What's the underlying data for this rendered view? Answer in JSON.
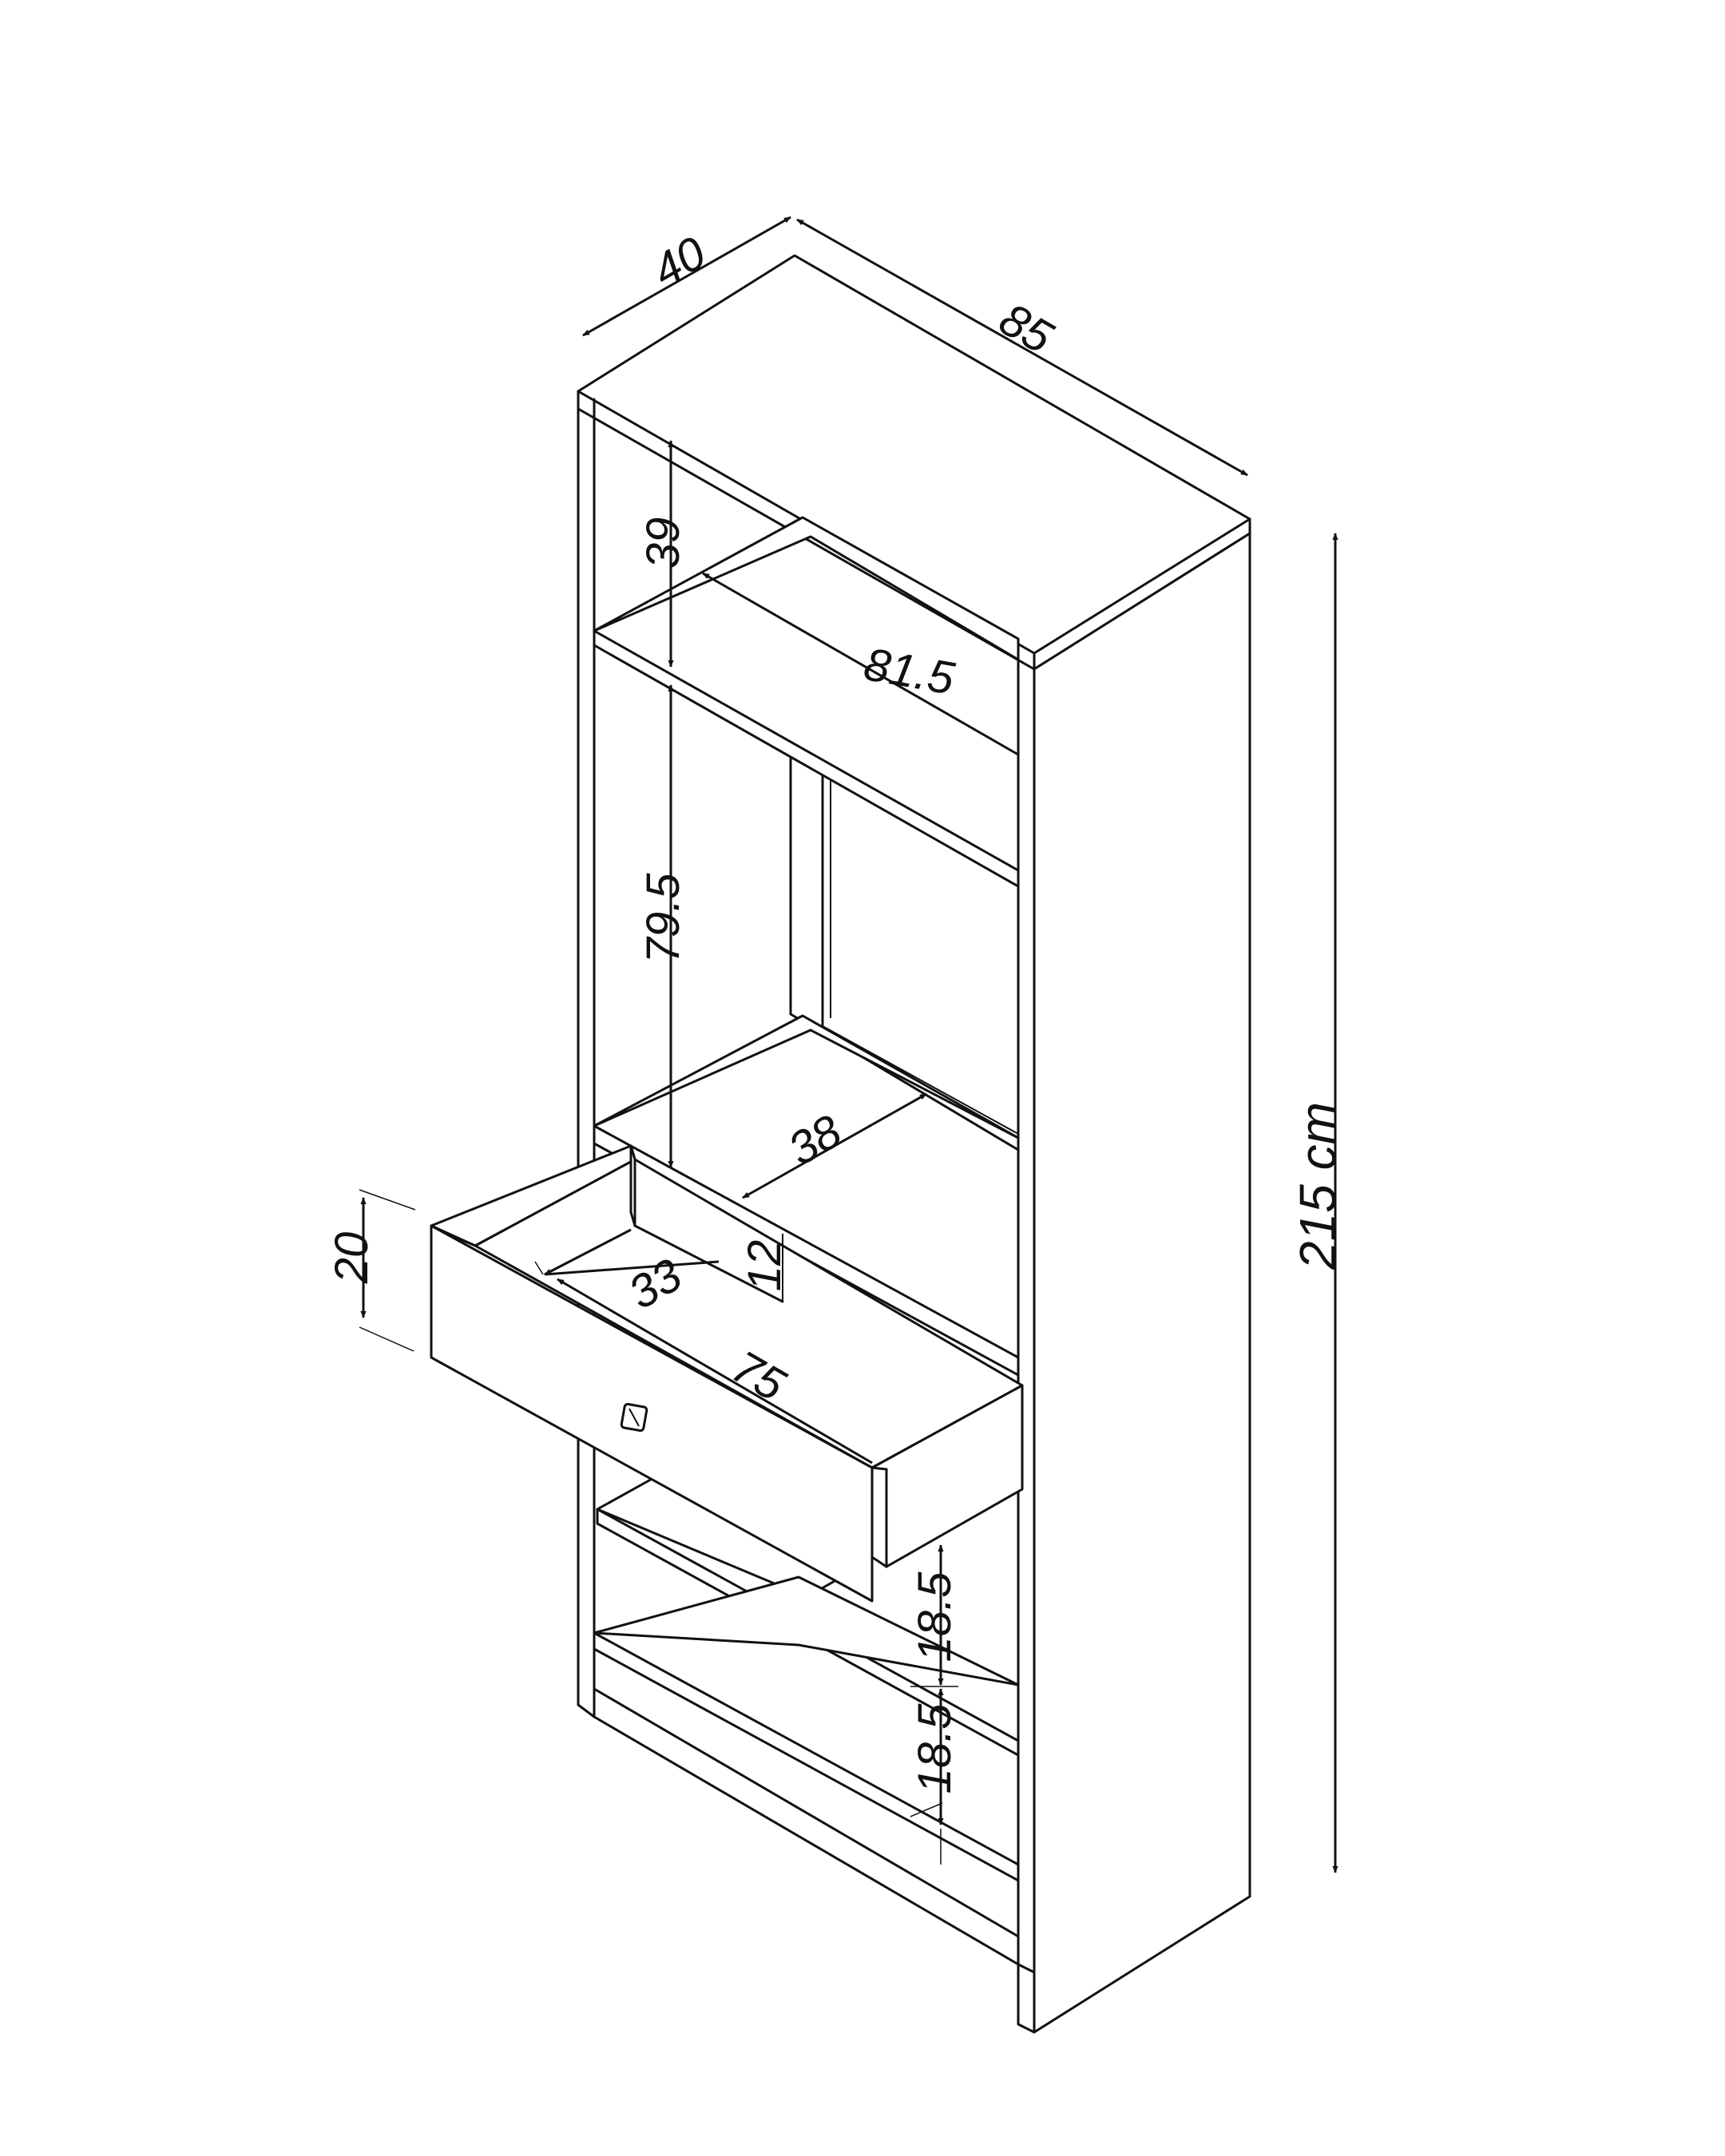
{
  "dimensions": {
    "depth": "40",
    "width": "85",
    "top_shelf_height": "39",
    "shelf_width": "81.5",
    "middle_opening_height": "79.5",
    "shelf_depth": "38",
    "drawer_height": "20",
    "drawer_inner_height": "12",
    "drawer_inner_depth": "33",
    "drawer_inner_width": "75",
    "lower_shelf_height_1": "18.5",
    "lower_shelf_height_2": "18.5",
    "total_height": "215 cm"
  },
  "colors": {
    "line": "#111111",
    "background": "#ffffff"
  }
}
